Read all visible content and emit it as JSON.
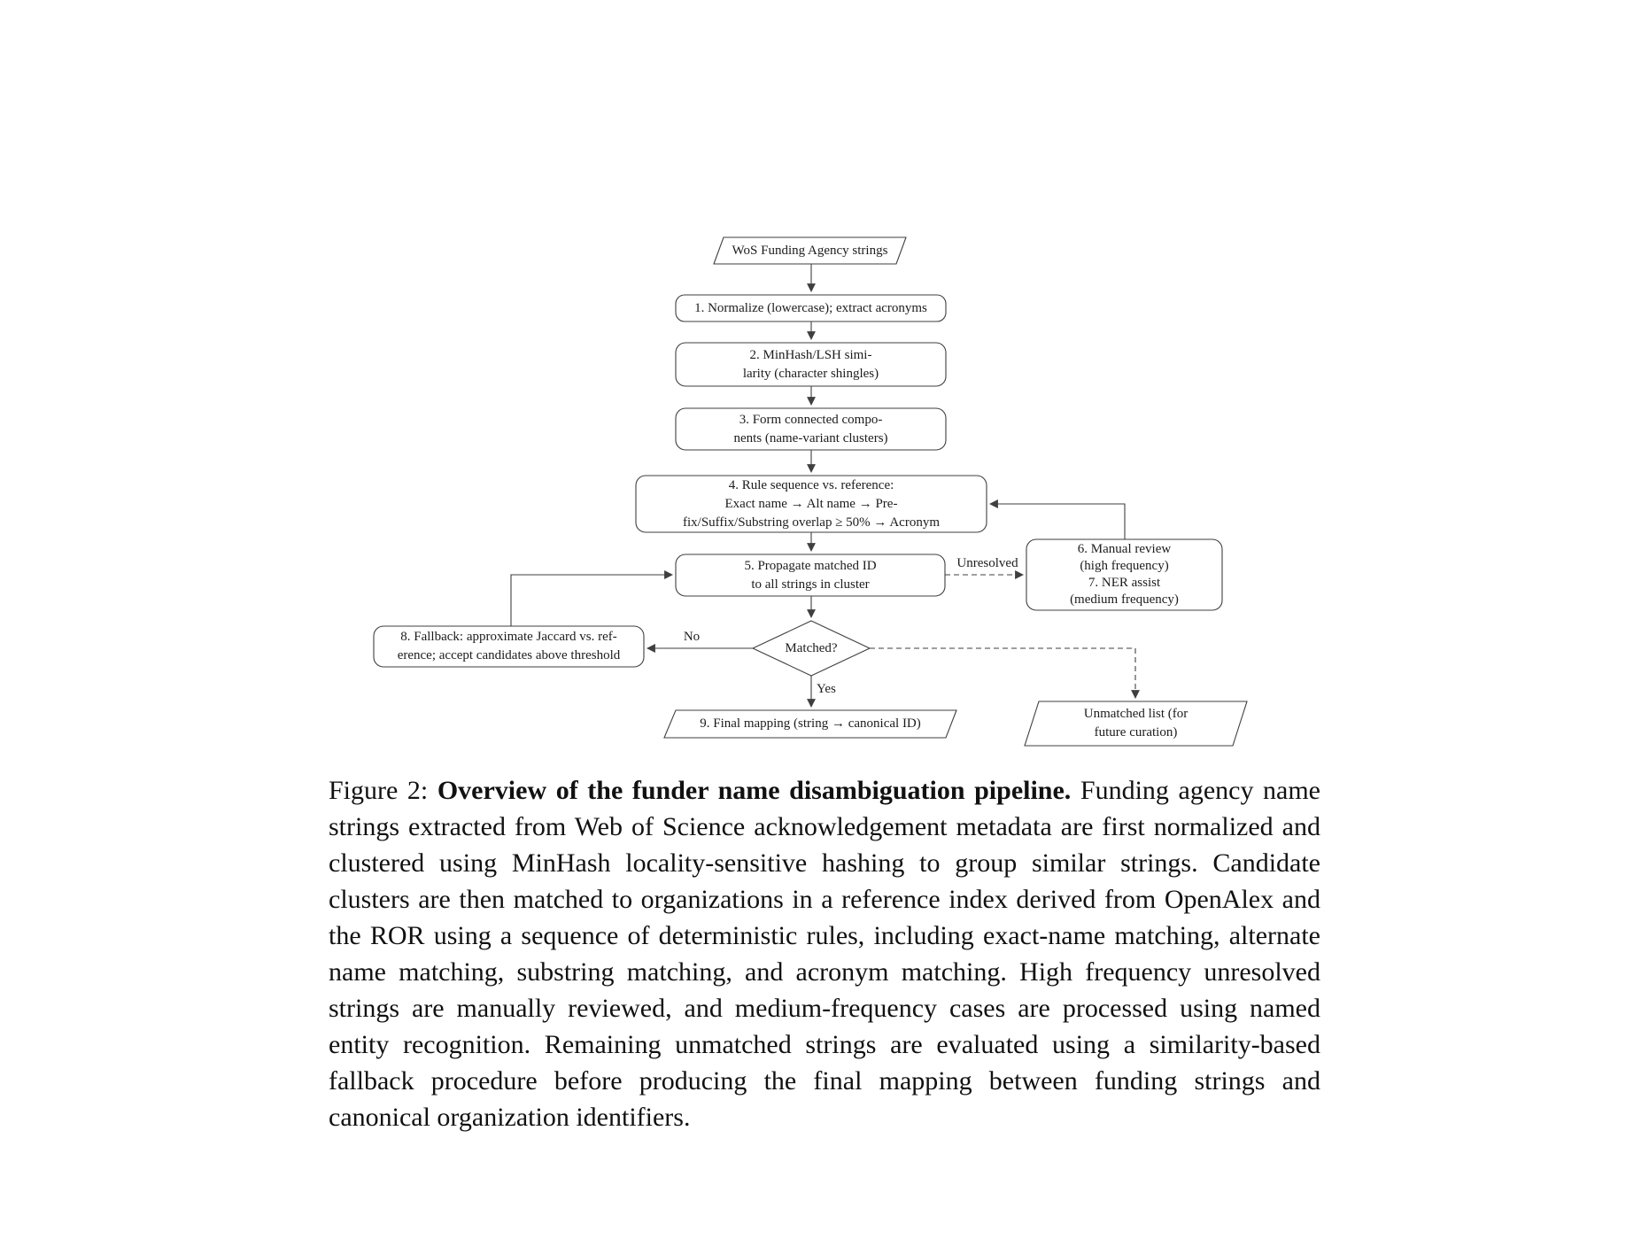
{
  "figure": {
    "nodes": {
      "start": {
        "shape": "parallelogram",
        "lines": [
          "WoS Funding Agency strings"
        ]
      },
      "step1": {
        "shape": "rounded-rect",
        "lines": [
          "1. Normalize (lowercase); extract acronyms"
        ]
      },
      "step2": {
        "shape": "rounded-rect",
        "lines": [
          "2. MinHash/LSH simi-",
          "larity (character shingles)"
        ]
      },
      "step3": {
        "shape": "rounded-rect",
        "lines": [
          "3. Form connected compo-",
          "nents (name-variant clusters)"
        ]
      },
      "step4": {
        "shape": "rounded-rect",
        "lines": [
          "4. Rule sequence vs. reference:",
          "Exact name → Alt name → Pre-",
          "fix/Suffix/Substring overlap ≥ 50% → Acronym"
        ]
      },
      "step5": {
        "shape": "rounded-rect",
        "lines": [
          "5. Propagate matched ID",
          "to all strings in cluster"
        ]
      },
      "step67": {
        "shape": "rounded-rect",
        "lines": [
          "6. Manual review",
          "(high frequency)",
          "7. NER assist",
          "(medium frequency)"
        ]
      },
      "step8": {
        "shape": "rounded-rect",
        "lines": [
          "8. Fallback: approximate Jaccard vs. ref-",
          "erence; accept candidates above threshold"
        ]
      },
      "decision": {
        "shape": "diamond",
        "lines": [
          "Matched?"
        ]
      },
      "step9": {
        "shape": "parallelogram",
        "lines": [
          "9. Final mapping (string → canonical ID)"
        ]
      },
      "unmatched": {
        "shape": "parallelogram",
        "lines": [
          "Unmatched list (for",
          "future curation)"
        ]
      }
    },
    "edge_labels": {
      "unresolved": "Unresolved",
      "no": "No",
      "yes": "Yes"
    },
    "colors": {
      "stroke": "#3f3f3f",
      "text": "#1c1c1c",
      "background": "#ffffff"
    }
  },
  "caption": {
    "label": "Figure 2:",
    "title": "Overview of the funder name disambiguation pipeline.",
    "body": "Funding agency name strings extracted from Web of Science acknowledgement metadata are first normalized and clustered using MinHash locality-sensitive hashing to group similar strings. Candidate clusters are then matched to organizations in a reference index derived from OpenAlex and the ROR using a sequence of deterministic rules, including exact-name matching, alternate name matching, substring matching, and acronym matching. High frequency unresolved strings are manually reviewed, and medium-frequency cases are processed using named entity recognition. Remaining unmatched strings are evaluated using a similarity-based fallback procedure before producing the final mapping between funding strings and canonical organization identifiers."
  }
}
